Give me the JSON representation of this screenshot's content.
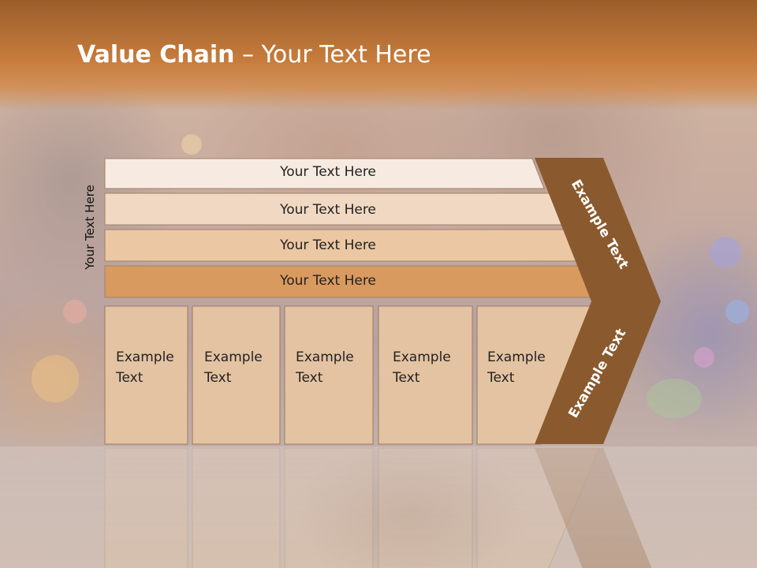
{
  "slide": {
    "title_bold": "Value Chain",
    "title_rest": " – Your Text Here",
    "side_label": "Your Text Here"
  },
  "bars": [
    {
      "label": "Your Text Here",
      "fill": "#f7ebe1"
    },
    {
      "label": "Your Text Here",
      "fill": "#f0d8c2"
    },
    {
      "label": "Your Text Here",
      "fill": "#ebc7a3"
    },
    {
      "label": "Your Text Here",
      "fill": "#d99a5f"
    }
  ],
  "boxes": [
    {
      "line1": "Example",
      "line2": "Text"
    },
    {
      "line1": "Example",
      "line2": "Text"
    },
    {
      "line1": "Example",
      "line2": "Text"
    },
    {
      "line1": "Example",
      "line2": "Text"
    },
    {
      "line1": "Example",
      "line2": "Text"
    }
  ],
  "arrow": {
    "upper_label": "Example Text",
    "lower_label": "Example Text",
    "fill": "#8a5a2e"
  },
  "colors": {
    "header": "#c77c3c",
    "box_fill": "#e4c3a2",
    "box_border": "#9a7a60"
  }
}
